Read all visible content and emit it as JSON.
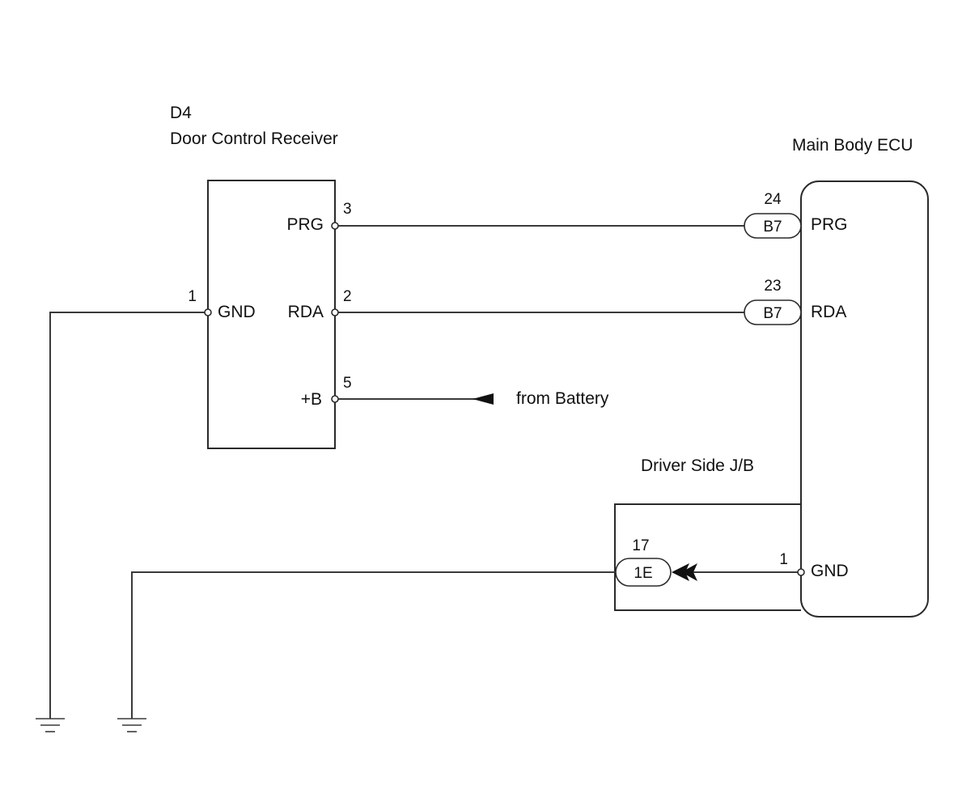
{
  "receiver": {
    "code": "D4",
    "name": "Door Control Receiver",
    "pins": {
      "prg": {
        "num": "3",
        "label": "PRG"
      },
      "rda": {
        "num": "2",
        "label": "RDA"
      },
      "b": {
        "num": "5",
        "label": "+B"
      },
      "gnd": {
        "num": "1",
        "label": "GND"
      }
    }
  },
  "ecu": {
    "name": "Main Body ECU",
    "pins": {
      "prg": {
        "num": "24",
        "label": "PRG",
        "connector": "B7"
      },
      "rda": {
        "num": "23",
        "label": "RDA",
        "connector": "B7"
      },
      "gnd": {
        "num": "1",
        "label": "GND"
      }
    }
  },
  "junction_block": {
    "name": "Driver Side J/B",
    "pin": {
      "num": "17",
      "connector": "1E"
    }
  },
  "battery_feed": {
    "label": "from Battery"
  },
  "colors": {
    "line": "#3a3a3a",
    "text": "#111111",
    "background": "#ffffff"
  }
}
